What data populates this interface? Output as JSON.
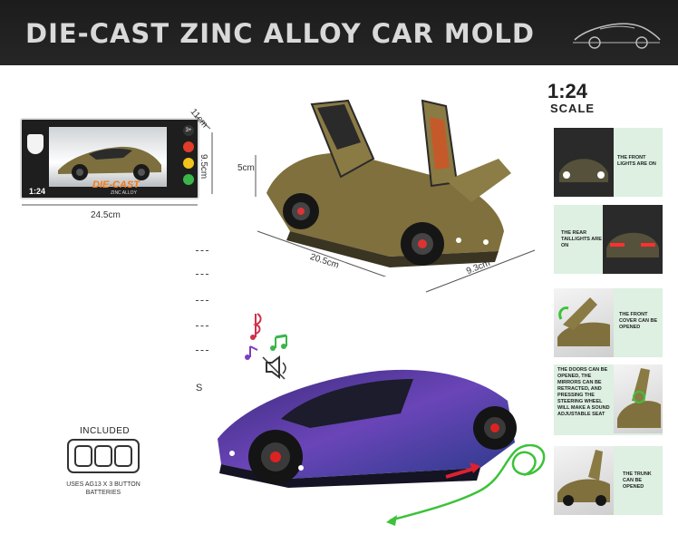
{
  "header": {
    "title": "DIE-CAST ZINC ALLOY CAR MOLD"
  },
  "scale": {
    "value": "1:24",
    "label": "SCALE"
  },
  "package": {
    "scale_label": "1:24",
    "brand_text": "DIE-CAST",
    "sub_text": "ZINC ALLOY",
    "age_label": "3+",
    "height_label": "11cm",
    "depth_label": "9.5cm",
    "width_label": "24.5cm"
  },
  "model_dimensions": {
    "height": "5cm",
    "length": "20.5cm",
    "width": "9.3cm"
  },
  "side_marker": "S",
  "batteries": {
    "title": "INCLUDED",
    "note_line1": "USES AG13 X 3 BUTTON",
    "note_line2": "BATTERIES"
  },
  "features": [
    {
      "text": "THE FRONT LIGHTS ARE ON"
    },
    {
      "text": "THE REAR TAILLIGHTS ARE ON"
    },
    {
      "text": "THE FRONT COVER CAN BE OPENED"
    },
    {
      "text": "THE DOORS CAN BE OPENED, THE MIRRORS CAN BE RETRACTED, AND PRESSING THE STEERING WHEEL WILL MAKE A SOUND ADJUSTABLE SEAT"
    },
    {
      "text": "THE TRUNK CAN BE OPENED"
    }
  ],
  "colors": {
    "banner": "#1f1f1f",
    "panel_bg": "#ddf0e2",
    "gold_car": "#7d6f3e",
    "purple_car": "#5a3aa0",
    "arrow_red": "#e02030",
    "arrow_green": "#3cc23a"
  },
  "icons": [
    "car-silhouette-icon",
    "music-note-icon",
    "speaker-icon",
    "battery-icon"
  ]
}
